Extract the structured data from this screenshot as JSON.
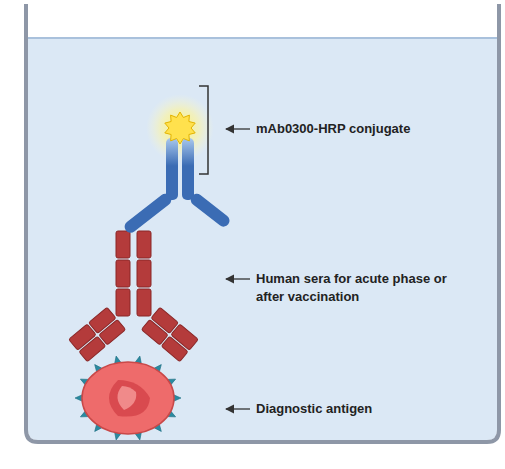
{
  "diagram": {
    "labels": [
      "mAb0300-HRP conjugate",
      "Human sera for acute phase or after vaccination",
      "Diagnostic antigen"
    ]
  }
}
